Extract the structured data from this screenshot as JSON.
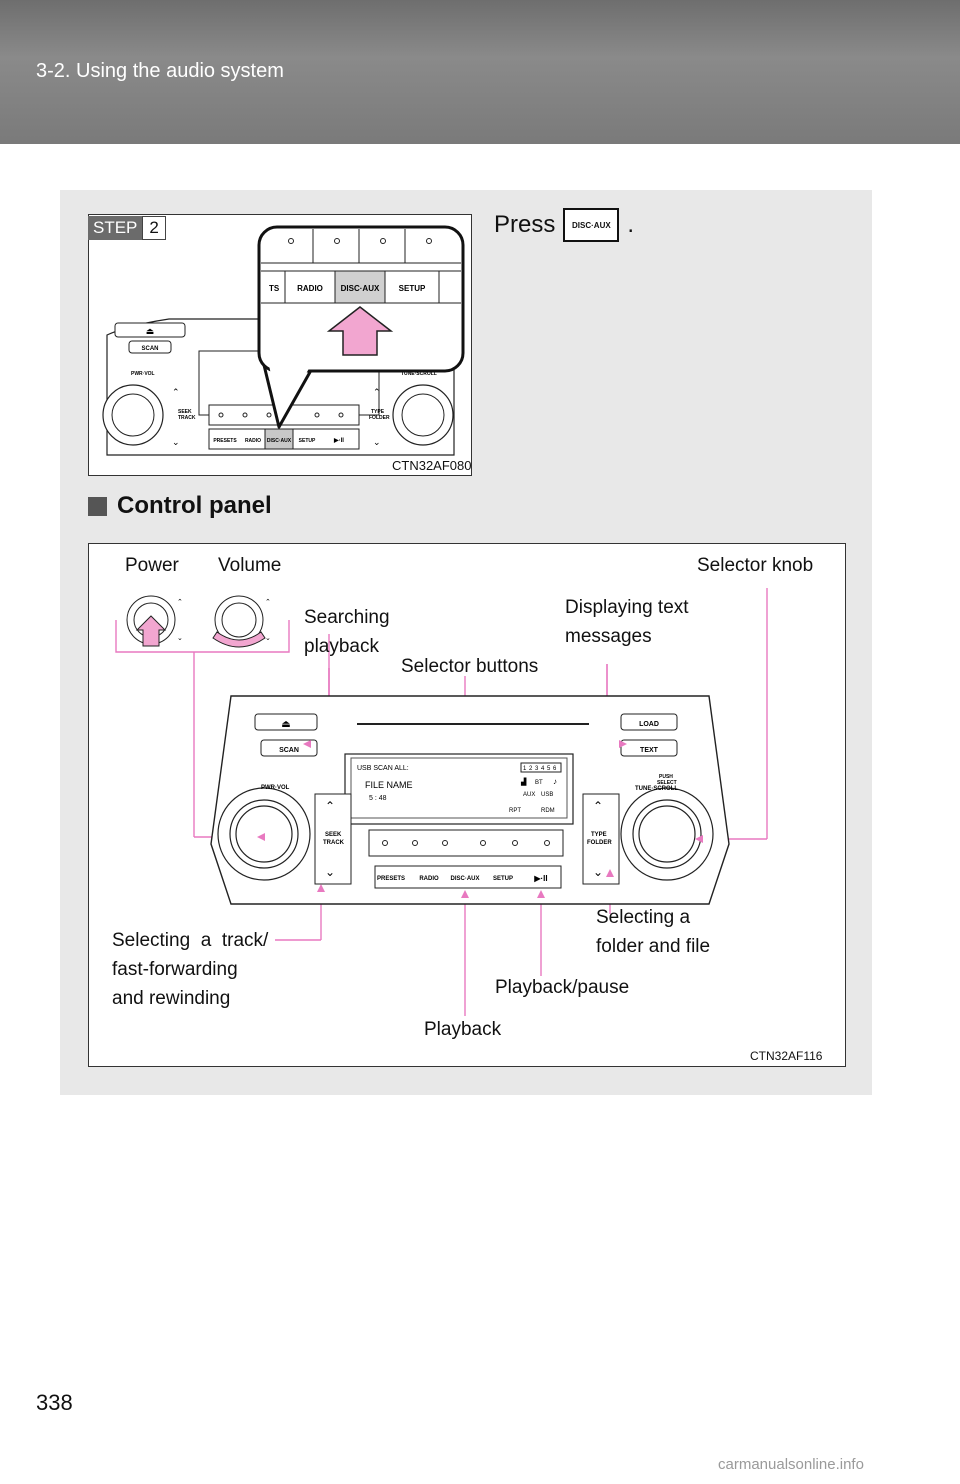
{
  "header": {
    "section": "3-2. Using the audio system"
  },
  "step": {
    "label": "STEP",
    "number": "2"
  },
  "instruction": {
    "prefix": "Press",
    "button_label": "DISC·AUX",
    "suffix": "."
  },
  "figure1": {
    "code": "CTN32AF080",
    "zoom_buttons": [
      "TS",
      "RADIO",
      "DISC·AUX",
      "SETUP"
    ],
    "unit_labels": {
      "scan": "SCAN",
      "pwr_vol": "PWR·VOL",
      "tune_scroll": "TUNE·SCROLL",
      "seek_track": [
        "SEEK",
        "TRACK"
      ],
      "type_folder": [
        "TYPE",
        "FOLDER"
      ],
      "bottom_buttons": [
        "PRESETS",
        "RADIO",
        "DISC·AUX",
        "SETUP",
        "▶·II"
      ]
    }
  },
  "subheading": "Control panel",
  "figure2": {
    "code": "CTN32AF116",
    "callouts": {
      "power": "Power",
      "volume": "Volume",
      "selector_knob": "Selector knob",
      "searching": [
        "Searching",
        "playback"
      ],
      "displaying_text": [
        "Displaying text",
        "messages"
      ],
      "selector_buttons": "Selector buttons",
      "selecting_track": [
        "Selecting  a  track/",
        "fast-forwarding",
        "and rewinding"
      ],
      "selecting_folder": [
        "Selecting a",
        "folder and file"
      ],
      "playback_pause": "Playback/pause",
      "playback": "Playback"
    },
    "unit_labels": {
      "scan": "SCAN",
      "load": "LOAD",
      "text": "TEXT",
      "pwr_vol": "PWR·VOL",
      "push_select": [
        "PUSH",
        "SELECT",
        "TUNE·SCROLL"
      ],
      "seek_track": [
        "SEEK",
        "TRACK"
      ],
      "type_folder": [
        "TYPE",
        "FOLDER"
      ],
      "bottom_buttons": [
        "PRESETS",
        "RADIO",
        "DISC·AUX",
        "SETUP",
        "▶·II"
      ]
    },
    "display": {
      "status": "USB  SCAN  ALL:",
      "discs": [
        "1",
        "2",
        "3",
        "4",
        "5",
        "6"
      ],
      "bt": "BT",
      "aux": "AUX",
      "usb": "USB",
      "file_name": "FILE NAME",
      "time": "5 : 48",
      "rpt": "RPT",
      "rdm": "RDM"
    }
  },
  "page_number": "338",
  "watermark": "carmanualsonline.info",
  "colors": {
    "header": "#7a7a7a",
    "panel": "#e8e8e8",
    "highlight": "#f2a6d0",
    "leader": "#e879c0"
  }
}
